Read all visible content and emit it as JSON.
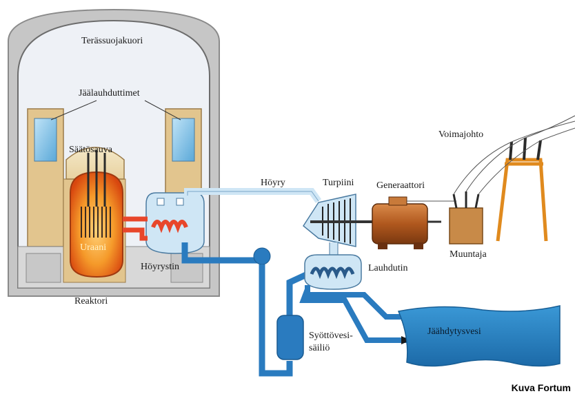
{
  "labels": {
    "containment": "Terässuojakuori",
    "ice_condensers": "Jäälauhduttimet",
    "control_rod": "Säätösauva",
    "uranium": "Uraani",
    "steam_generator": "Höyrystin",
    "reactor": "Reaktori",
    "steam": "Höyry",
    "turbine": "Turpiini",
    "generator": "Generaattori",
    "power_line": "Voimajohto",
    "transformer": "Muuntaja",
    "condenser": "Lauhdutin",
    "cooling_water": "Jäähdytysvesi",
    "feedwater_tank_line1": "Syöttövesi-",
    "feedwater_tank_line2": "säiliö"
  },
  "credit": "Kuva Fortum",
  "colors": {
    "containment": "#c8c8c8",
    "containment_inner": "#eef1f6",
    "concrete": "#e2c58e",
    "core_hot": "#e65a14",
    "core_mid": "#f59a2a",
    "primary_pipe": "#e8462a",
    "steam_pipe": "#cfe6f5",
    "water_pipe": "#2a7bbf",
    "sea": "#2a86c8",
    "generator": "#b4622a",
    "transformer": "#c88a48",
    "pylon": "#e08a1e"
  }
}
